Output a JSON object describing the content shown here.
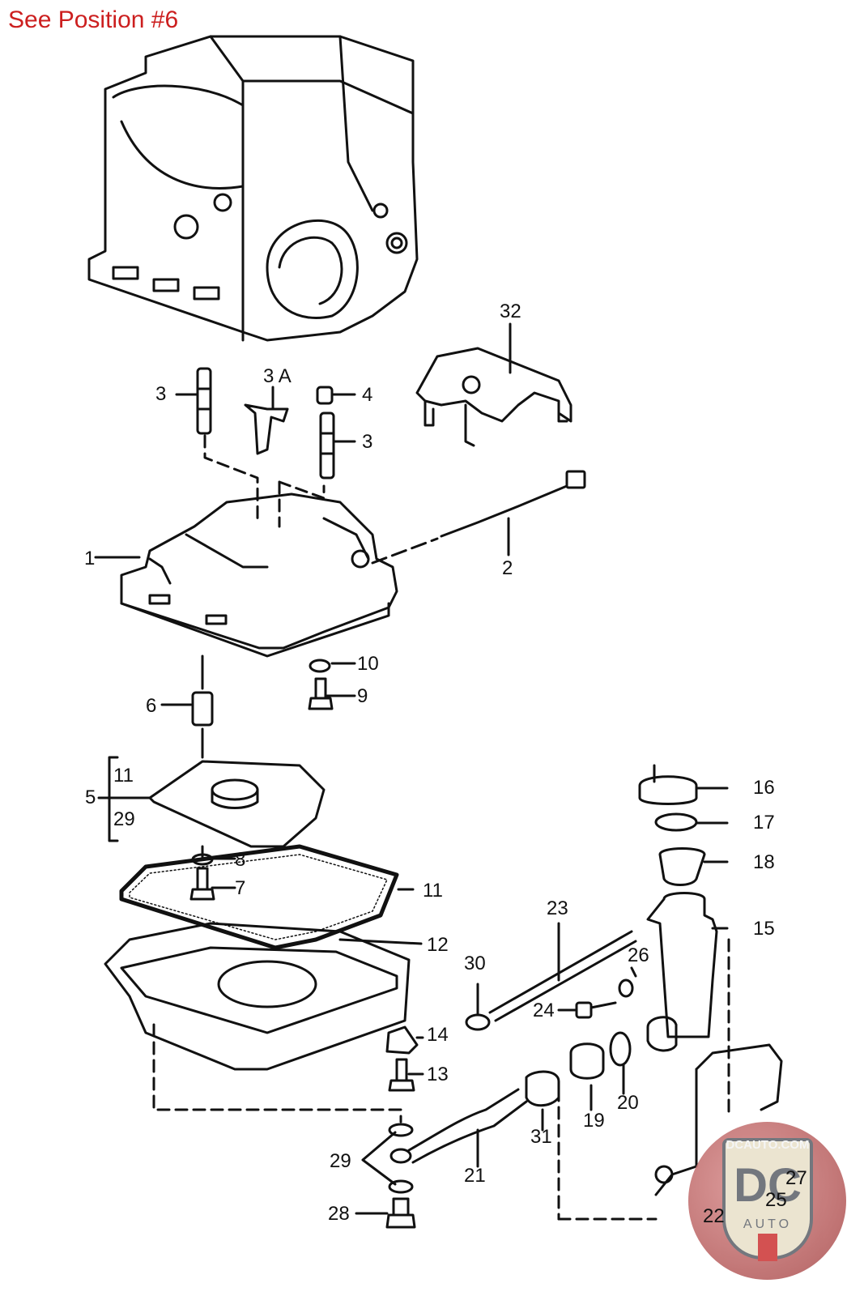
{
  "header": {
    "note": "See Position #6"
  },
  "diagram": {
    "type": "exploded-parts-diagram",
    "callouts": [
      {
        "id": "c32",
        "label": "32",
        "part": "cover"
      },
      {
        "id": "c3a",
        "label": "3",
        "part": "valve-spool"
      },
      {
        "id": "c3A",
        "label": "3 A",
        "part": "clip"
      },
      {
        "id": "c4",
        "label": "4",
        "part": "cap"
      },
      {
        "id": "c3b",
        "label": "3",
        "part": "valve-spool"
      },
      {
        "id": "c1",
        "label": "1",
        "part": "valve-body"
      },
      {
        "id": "c2",
        "label": "2",
        "part": "cable"
      },
      {
        "id": "c10",
        "label": "10",
        "part": "washer"
      },
      {
        "id": "c9",
        "label": "9",
        "part": "bolt"
      },
      {
        "id": "c6",
        "label": "6",
        "part": "spacer"
      },
      {
        "id": "c5",
        "label": "5",
        "part": "strainer-kit"
      },
      {
        "id": "c5_11",
        "label": "11",
        "part": "kit-includes"
      },
      {
        "id": "c5_29",
        "label": "29",
        "part": "kit-includes"
      },
      {
        "id": "c8",
        "label": "8",
        "part": "washer"
      },
      {
        "id": "c7",
        "label": "7",
        "part": "bolt"
      },
      {
        "id": "c11",
        "label": "11",
        "part": "gasket"
      },
      {
        "id": "c12",
        "label": "12",
        "part": "oil-pan"
      },
      {
        "id": "c14",
        "label": "14",
        "part": "clamp"
      },
      {
        "id": "c13",
        "label": "13",
        "part": "bolt"
      },
      {
        "id": "c16",
        "label": "16",
        "part": "filler-cap"
      },
      {
        "id": "c17",
        "label": "17",
        "part": "seal"
      },
      {
        "id": "c18",
        "label": "18",
        "part": "strainer"
      },
      {
        "id": "c15",
        "label": "15",
        "part": "reservoir"
      },
      {
        "id": "c23",
        "label": "23",
        "part": "hose"
      },
      {
        "id": "c26",
        "label": "26",
        "part": "seal-ring"
      },
      {
        "id": "c30",
        "label": "30",
        "part": "hose-clamp"
      },
      {
        "id": "c24",
        "label": "24",
        "part": "bolt"
      },
      {
        "id": "c20",
        "label": "20",
        "part": "o-ring"
      },
      {
        "id": "c19",
        "label": "19",
        "part": "nut"
      },
      {
        "id": "c31",
        "label": "31",
        "part": "filter"
      },
      {
        "id": "c21",
        "label": "21",
        "part": "pipe"
      },
      {
        "id": "c29",
        "label": "29",
        "part": "seal-washers"
      },
      {
        "id": "c28",
        "label": "28",
        "part": "banjo-bolt"
      },
      {
        "id": "c22",
        "label": "22",
        "part": "bracket"
      },
      {
        "id": "c25",
        "label": "25",
        "part": "washer"
      },
      {
        "id": "c27",
        "label": "27",
        "part": "nut"
      }
    ]
  },
  "watermark": {
    "top_text": "DCAUTO.COM",
    "logo": "DC",
    "bottom_text": "AUTO"
  },
  "colors": {
    "note": "#cc1f1f",
    "line": "#111111"
  }
}
